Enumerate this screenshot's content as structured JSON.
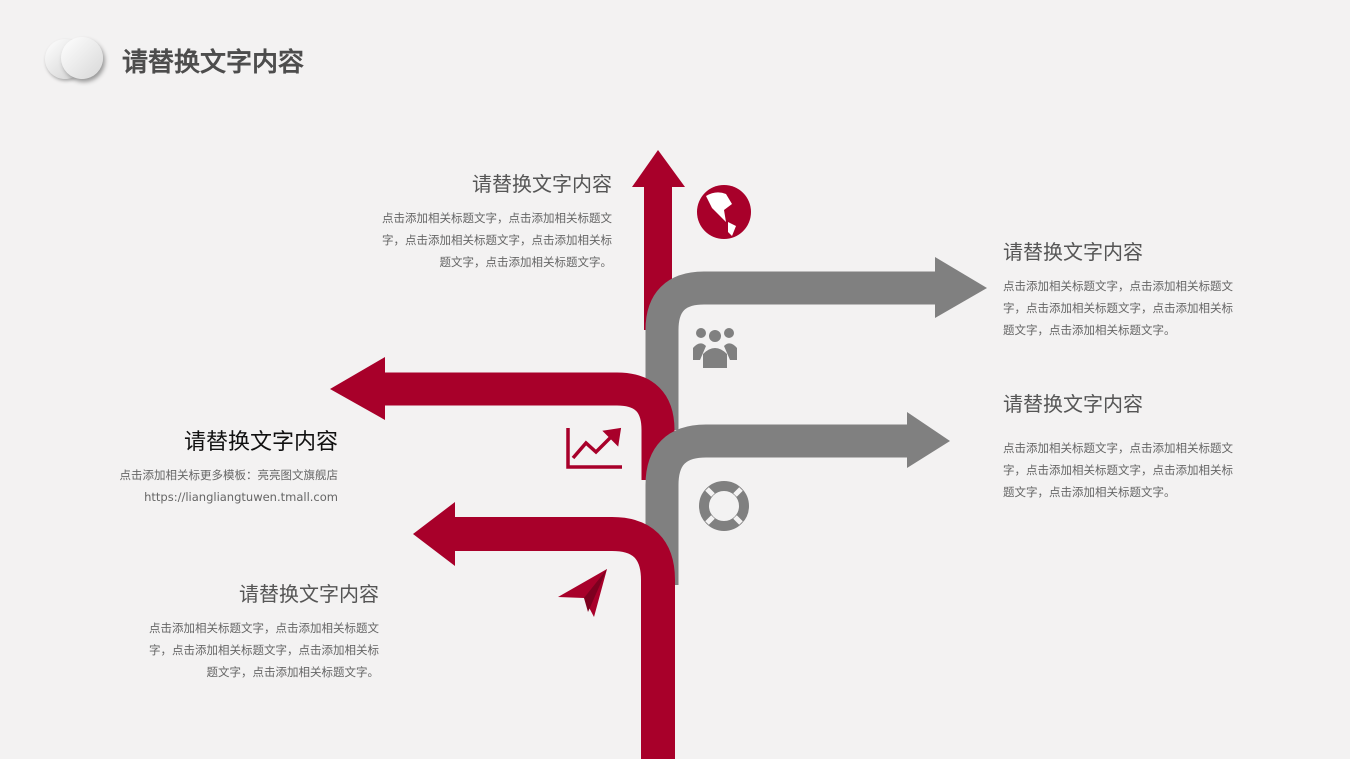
{
  "header": {
    "title": "请替换文字内容"
  },
  "colors": {
    "red": "#a8002a",
    "gray": "#808080"
  },
  "blocks": [
    {
      "title": "请替换文字内容",
      "body": "点击添加相关标题文字，点击添加相关标题文字，点击添加相关标题文字，点击添加相关标题文字，点击添加相关标题文字。"
    },
    {
      "title": "请替换文字内容",
      "body": "点击添加相关标题文字，点击添加相关标题文字，点击添加相关标题文字，点击添加相关标题文字，点击添加相关标题文字。"
    },
    {
      "title": "请替换文字内容",
      "body": "点击添加相关标题文字，点击添加相关标题文字，点击添加相关标题文字，点击添加相关标题文字，点击添加相关标题文字。"
    },
    {
      "title": "请替换文字内容",
      "line1": "点击添加相关标更多模板：亮亮图文旗舰店",
      "line2": "https://liangliangtuwen.tmall.com"
    },
    {
      "title": "请替换文字内容",
      "body": "点击添加相关标题文字，点击添加相关标题文字，点击添加相关标题文字，点击添加相关标题文字，点击添加相关标题文字。"
    }
  ],
  "icons": [
    "globe-icon",
    "people-icon",
    "chart-icon",
    "lifebuoy-icon",
    "paper-plane-icon"
  ]
}
